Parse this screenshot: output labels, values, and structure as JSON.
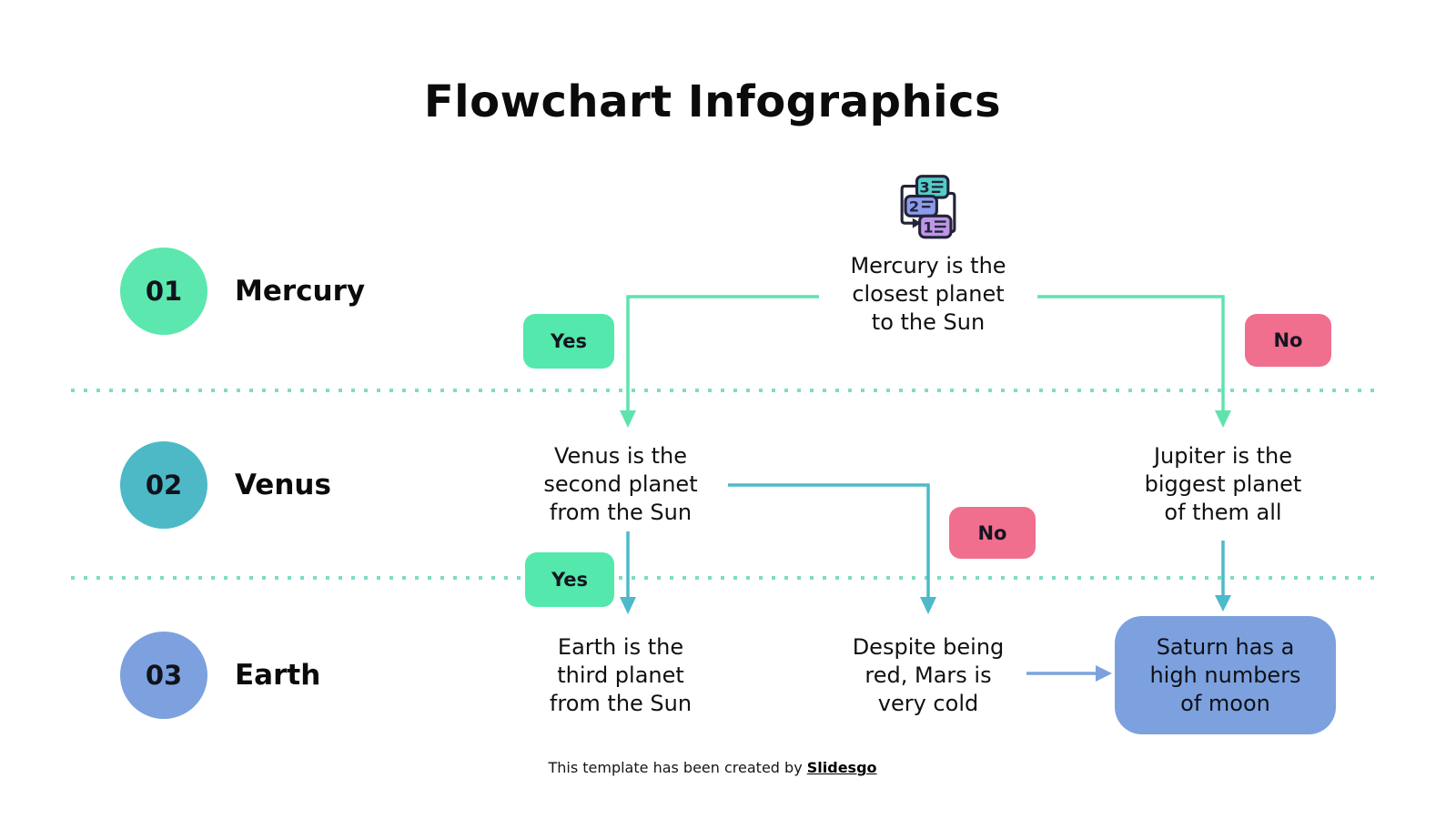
{
  "title": "Flowchart Infographics",
  "icon": {
    "name": "numbered-sort-icon",
    "labels": [
      "3",
      "2",
      "1"
    ],
    "colors": {
      "box3": "#52CEC6",
      "box2": "#8B9CEB",
      "box1": "#BE96E6",
      "outline": "#23233A"
    }
  },
  "rows": [
    {
      "number": "01",
      "label": "Mercury",
      "color": "#5CE7AE"
    },
    {
      "number": "02",
      "label": "Venus",
      "color": "#4DB9C7"
    },
    {
      "number": "03",
      "label": "Earth",
      "color": "#7CA1DE"
    }
  ],
  "nodes": {
    "mercury": {
      "text": "Mercury is the\nclosest planet\nto the Sun"
    },
    "venus": {
      "text": "Venus is the\nsecond planet\nfrom the Sun"
    },
    "jupiter": {
      "text": "Jupiter is the\nbiggest planet\nof them all"
    },
    "earth": {
      "text": "Earth is the\nthird planet\nfrom the Sun"
    },
    "mars": {
      "text": "Despite being\nred, Mars is\nvery cold"
    },
    "saturn": {
      "text": "Saturn has a\nhigh numbers\nof moon",
      "box_color": "#7CA1DE"
    }
  },
  "badges": [
    {
      "label": "Yes",
      "color": "#54E8AC"
    },
    {
      "label": "No",
      "color": "#F06E8E"
    },
    {
      "label": "Yes",
      "color": "#54E8AC"
    },
    {
      "label": "No",
      "color": "#F06E8E"
    }
  ],
  "edges": [
    {
      "from": "mercury",
      "to": "venus",
      "answer": "Yes",
      "color": "#5EE3AE"
    },
    {
      "from": "mercury",
      "to": "jupiter",
      "answer": "No",
      "color": "#5EE3AE"
    },
    {
      "from": "venus",
      "to": "earth",
      "answer": "Yes",
      "color": "#4CBAC8"
    },
    {
      "from": "venus",
      "to": "mars",
      "answer": "No",
      "color": "#4CBAC8"
    },
    {
      "from": "jupiter",
      "to": "saturn",
      "answer": "",
      "color": "#4CBAC8"
    },
    {
      "from": "mars",
      "to": "saturn",
      "answer": "",
      "color": "#7CA2DE"
    }
  ],
  "dividers": {
    "count": 2,
    "color": "#7FDCC5"
  },
  "footer": {
    "prefix": "This template has been created by ",
    "brand": "Slidesgo"
  }
}
